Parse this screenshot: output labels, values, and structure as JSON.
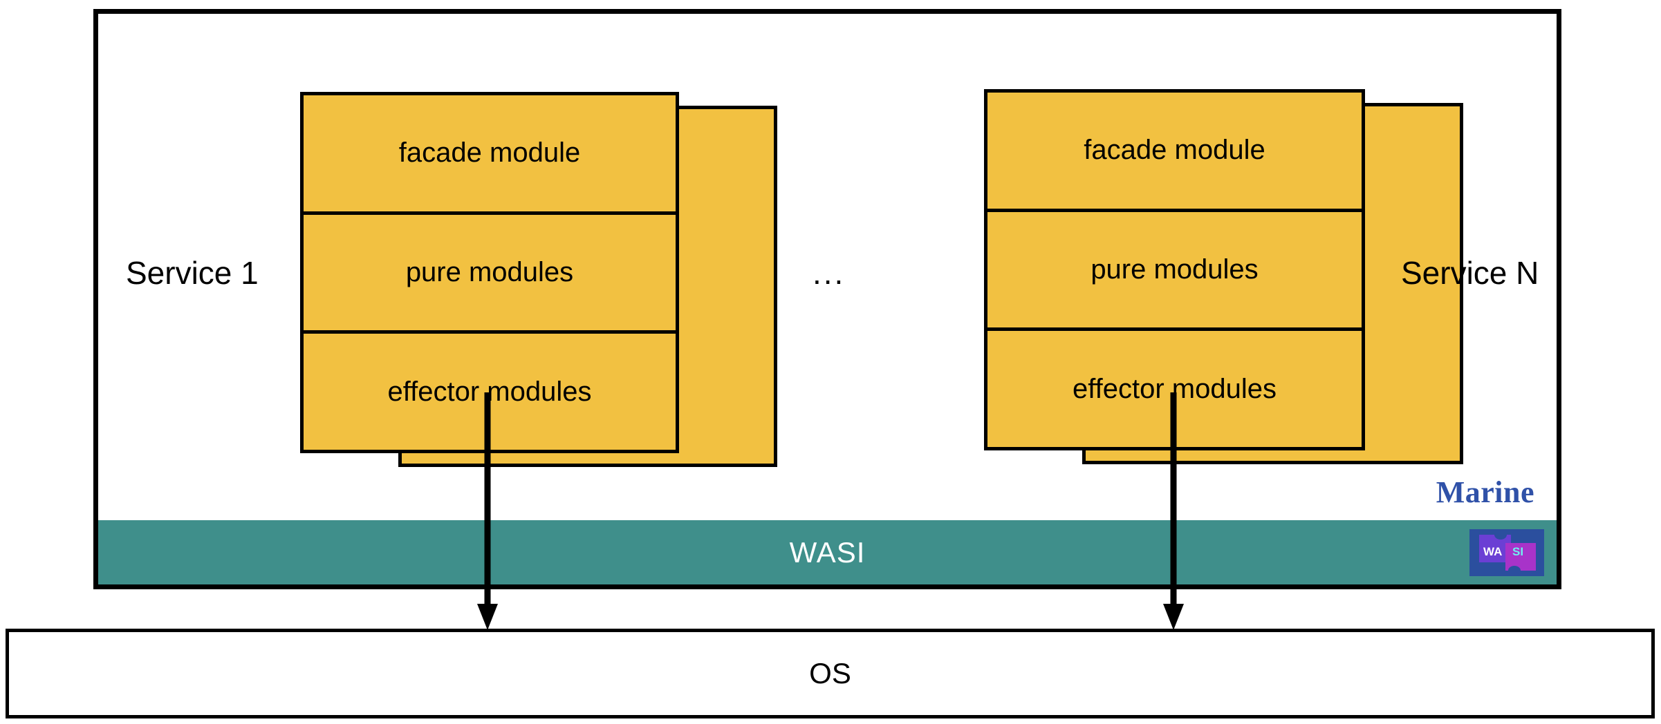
{
  "diagram": {
    "title_label": "Marine",
    "services": [
      {
        "side_label": "Service 1",
        "modules": [
          "facade module",
          "pure modules",
          "effector modules"
        ]
      },
      {
        "side_label": "Service N",
        "modules": [
          "facade module",
          "pure modules",
          "effector modules"
        ]
      }
    ],
    "ellipsis": "...",
    "wasi": {
      "label": "WASI",
      "logo_left_text": "WA",
      "logo_right_text": "SI"
    },
    "os": {
      "label": "OS"
    },
    "colors": {
      "module_fill": "#f2c141",
      "wasi_band": "#3f8f8b",
      "marine_label": "#2f51a8",
      "logo_background": "#2b4f9e",
      "logo_left_tile": "#6b3fd4",
      "logo_right_tile": "#a833c9",
      "logo_left_text": "#ffffff",
      "logo_right_text": "#6ff0f0",
      "stroke": "#000000",
      "page_background": "#ffffff"
    }
  }
}
